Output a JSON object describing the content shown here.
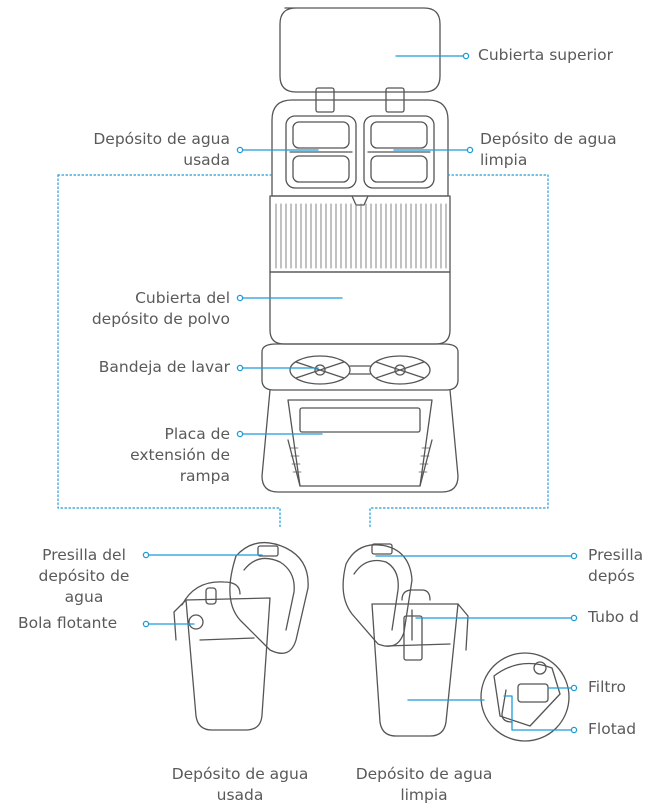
{
  "labels": {
    "top_cover": "Cubierta superior",
    "dirty_tank": [
      "Depósito de agua",
      "usada"
    ],
    "clean_tank": [
      "Depósito de agua",
      "limpia"
    ],
    "dust_cover": [
      "Cubierta del",
      "depósito de polvo"
    ],
    "wash_tray": "Bandeja de lavar",
    "ramp_plate": [
      "Placa de",
      "extensión de",
      "rampa"
    ],
    "dirty_clip": [
      "Presilla del",
      "depósito de",
      "agua"
    ],
    "float_ball": "Bola flotante",
    "clean_clip": [
      "Presilla",
      "depós"
    ],
    "tube": "Tubo d",
    "filter": "Filtro",
    "floater": "Flotad",
    "caption_dirty": [
      "Depósito de agua",
      "usada"
    ],
    "caption_clean": [
      "Depósito de agua",
      "limpia"
    ]
  },
  "colors": {
    "accent": "#1e9ad6",
    "line_art": "#555555",
    "text": "#5a5a5a"
  }
}
